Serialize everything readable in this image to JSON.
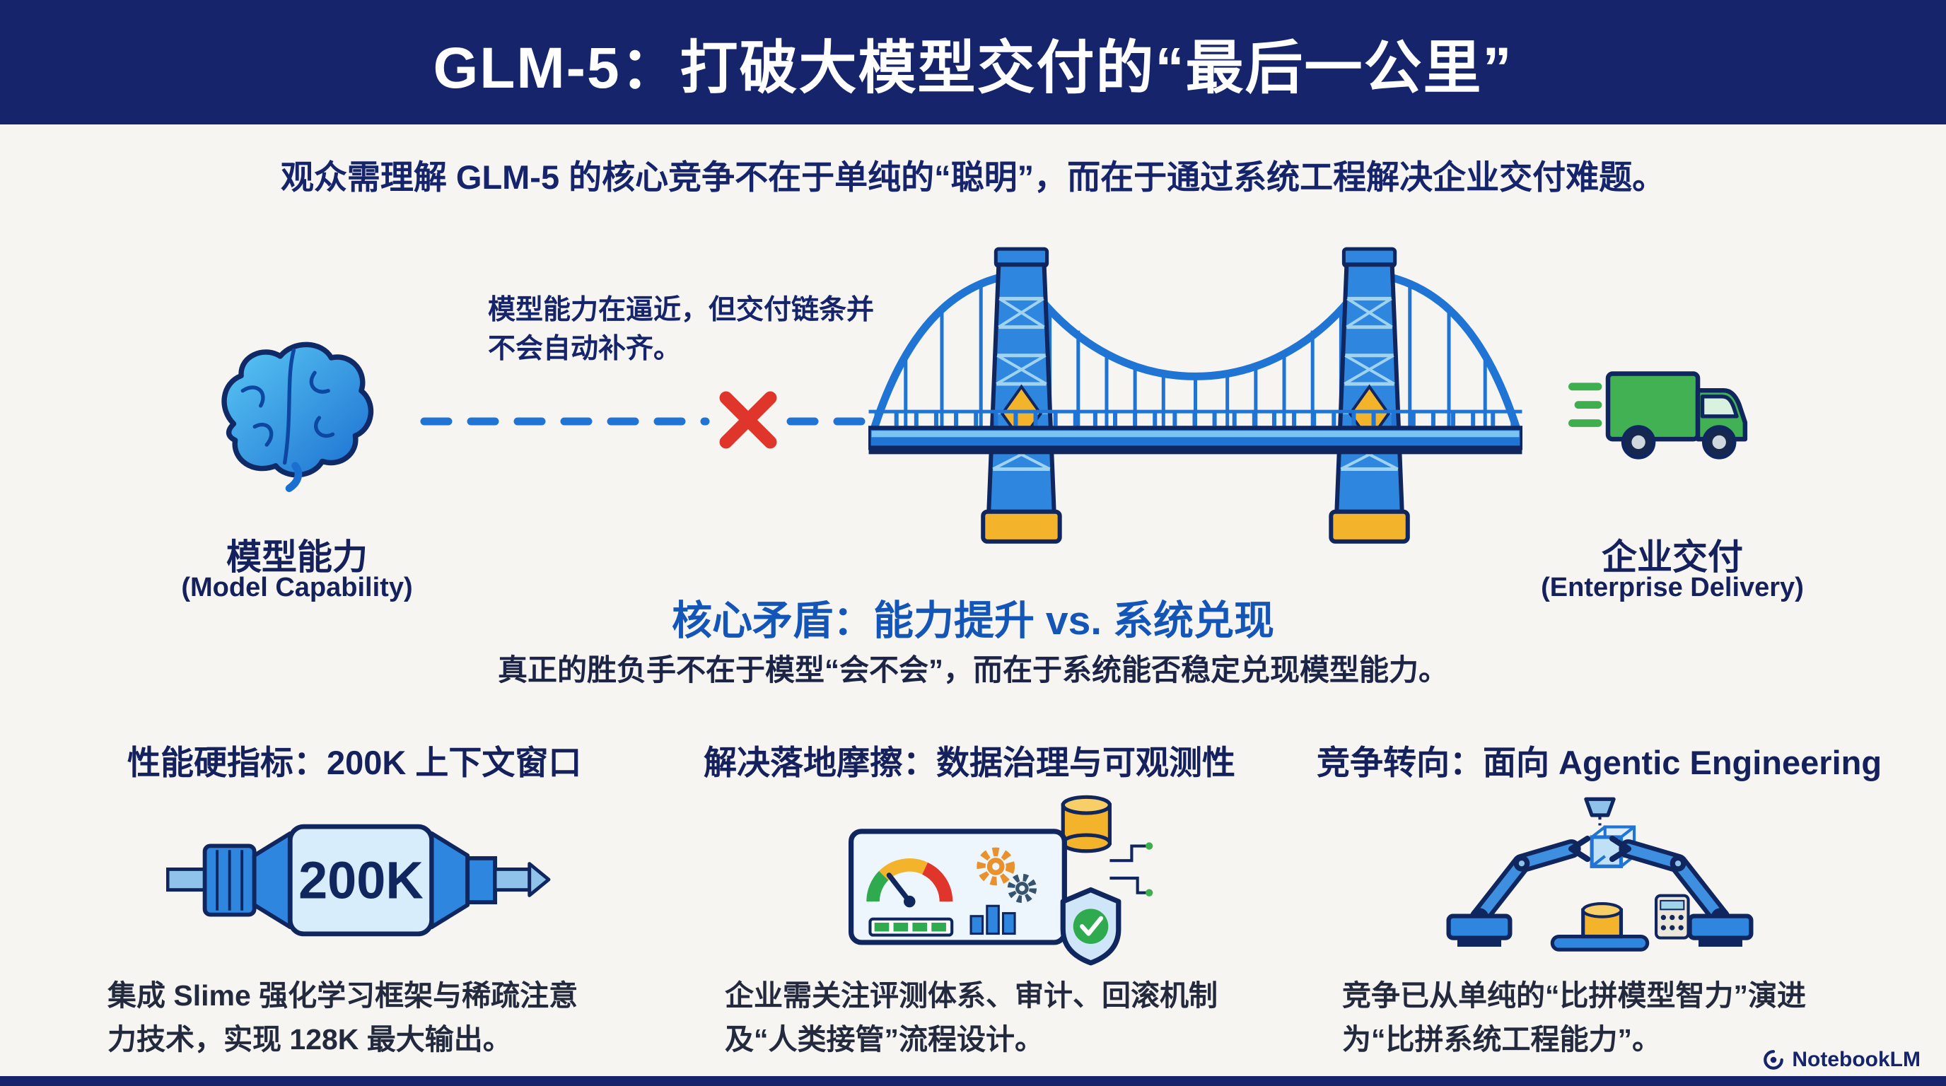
{
  "header": {
    "title": "GLM-5：打破大模型交付的“最后一公里”"
  },
  "intro": "观众需理解 GLM-5 的核心竞争不在于单纯的“聪明”，而在于通过系统工程解决企业交付难题。",
  "gap_section": {
    "annotation": "模型能力在逼近，但交付链条并不会自动补齐。",
    "left": {
      "label": "模型能力",
      "sublabel": "(Model Capability)",
      "icon": "brain-icon"
    },
    "right": {
      "label": "企业交付",
      "sublabel": "(Enterprise Delivery)",
      "icon": "truck-icon"
    },
    "bridge_icon": "bridge-icon",
    "blocker_icon": "x-icon",
    "conflict_title": "核心矛盾：能力提升 vs. 系统兑现",
    "conflict_desc": "真正的胜负手不在于模型“会不会”，而在于系统能否稳定兑现模型能力。"
  },
  "columns": [
    {
      "heading": "性能硬指标：200K 上下文窗口",
      "icon": "engine-icon",
      "icon_label": "200K",
      "body": "集成 Slime 强化学习框架与稀疏注意力技术，实现 128K 最大输出。"
    },
    {
      "heading": "解决落地摩擦：数据治理与可观测性",
      "icon": "dashboard-icon",
      "body": "企业需关注评测体系、审计、回滚机制及“人类接管”流程设计。"
    },
    {
      "heading": "竞争转向：面向 Agentic Engineering",
      "icon": "robot-arms-icon",
      "body": "竞争已从单纯的“比拼模型智力”演进为“比拼系统工程能力”。"
    }
  ],
  "footer": {
    "brand": "NotebookLM",
    "logo_icon": "notebooklm-logo-icon"
  },
  "colors": {
    "navy": "#15246b",
    "blue": "#1f74d4",
    "accent_blue": "#1456b8",
    "red": "#e0352b",
    "green": "#3fae4e",
    "yellow": "#f3b32a",
    "background": "#f7f5f1"
  }
}
